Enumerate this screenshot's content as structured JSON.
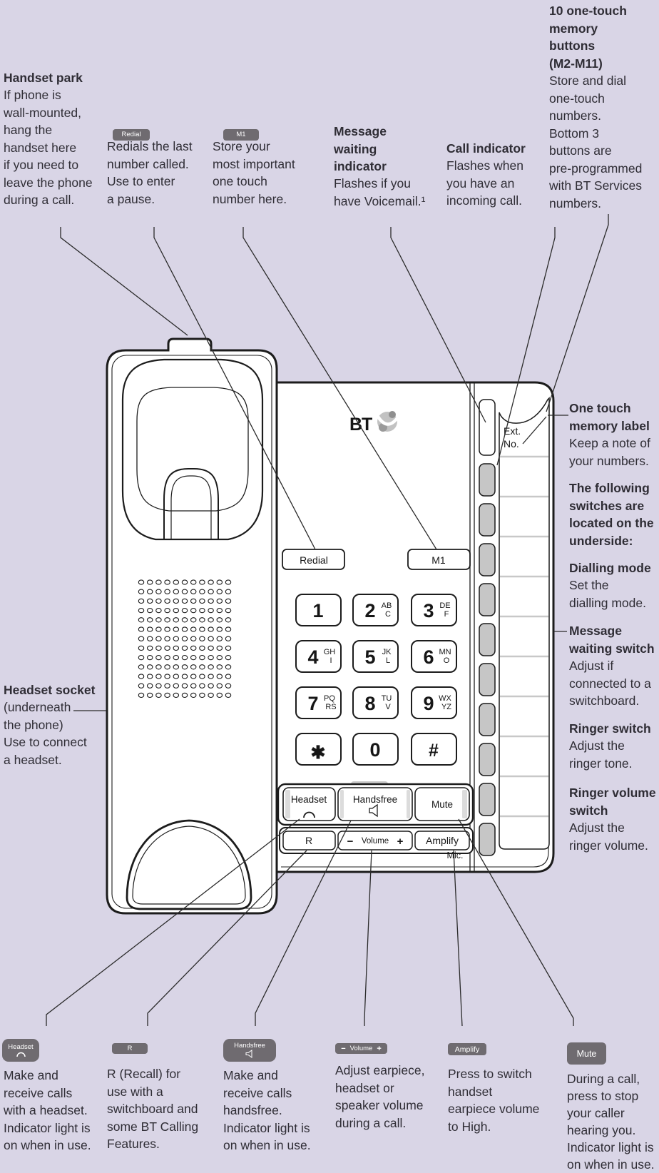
{
  "colors": {
    "background": "#d9d5e6",
    "text": "#2f2d35",
    "badge": "#6f6b70",
    "phone_outline": "#1c1c1c",
    "memory_button_gray": "#c6c6c6"
  },
  "callouts": {
    "handset_park": {
      "title": "Handset park",
      "body": "If phone is\nwall-mounted,\nhang the\nhandset here\nif you need to\nleave the phone\nduring a call."
    },
    "redial": {
      "badge": "Redial",
      "body": "Redials the last\nnumber called.\nUse to enter\na pause."
    },
    "m1": {
      "badge": "M1",
      "body": "Store your\nmost important\none touch\nnumber here."
    },
    "message_waiting_indicator": {
      "title": "Message\nwaiting\nindicator",
      "body": "Flashes if you\nhave Voicemail.¹"
    },
    "call_indicator": {
      "title": "Call indicator",
      "body": "Flashes when\nyou have an\nincoming call."
    },
    "one_touch_memory_buttons": {
      "title": "10 one-touch\nmemory\nbuttons\n(M2-M11)",
      "body": "Store and dial\none-touch\nnumbers.\nBottom 3\nbuttons are\npre-programmed\nwith BT Services\nnumbers."
    },
    "one_touch_memory_label": {
      "title": "One touch\nmemory label",
      "body": "Keep a note of\nyour numbers."
    },
    "underside_switches": {
      "title": "The following\nswitches are\nlocated on the\nunderside:"
    },
    "dialling_mode": {
      "title": "Dialling mode",
      "body": "Set the\ndialling mode."
    },
    "message_waiting_switch": {
      "title": "Message\nwaiting switch",
      "body": "Adjust if\nconnected to a\nswitchboard."
    },
    "ringer_switch": {
      "title": "Ringer switch",
      "body": "Adjust the\nringer tone."
    },
    "ringer_volume_switch": {
      "title": "Ringer volume\nswitch",
      "body": "Adjust the\nringer volume."
    },
    "headset_socket": {
      "title": "Headset socket",
      "body": "(underneath\nthe phone)\nUse to connect\na headset."
    },
    "headset_key": {
      "badge": "Headset",
      "body": "Make and\nreceive calls\nwith a headset.\nIndicator light is\non when in use."
    },
    "recall_key": {
      "badge": "R",
      "body": "R (Recall) for\nuse with a\nswitchboard and\nsome BT Calling\nFeatures."
    },
    "handsfree_key": {
      "badge": "Handsfree",
      "body": "Make and\nreceive calls\nhandsfree.\nIndicator light is\non when in use."
    },
    "volume_key": {
      "badge_minus": "−",
      "badge_label": "Volume",
      "badge_plus": "+",
      "body": "Adjust earpiece,\nheadset or\nspeaker volume\nduring a call."
    },
    "amplify_key": {
      "badge": "Amplify",
      "body": "Press to switch\nhandset\nearpiece volume\nto High."
    },
    "mute_key": {
      "badge": "Mute",
      "body": "During a call,\npress to stop\nyour caller\nhearing you.\nIndicator light is\non when in use."
    }
  },
  "phone": {
    "brand": "BT",
    "ext_label_line1": "Ext.",
    "ext_label_line2": "No.",
    "redial_button": "Redial",
    "m1_button": "M1",
    "keys": [
      {
        "digit": "1",
        "letters_top": "",
        "letters_bottom": ""
      },
      {
        "digit": "2",
        "letters_top": "AB",
        "letters_bottom": "C"
      },
      {
        "digit": "3",
        "letters_top": "DE",
        "letters_bottom": "F"
      },
      {
        "digit": "4",
        "letters_top": "GH",
        "letters_bottom": "I"
      },
      {
        "digit": "5",
        "letters_top": "JK",
        "letters_bottom": "L"
      },
      {
        "digit": "6",
        "letters_top": "MN",
        "letters_bottom": "O"
      },
      {
        "digit": "7",
        "letters_top": "PQ",
        "letters_bottom": "RS"
      },
      {
        "digit": "8",
        "letters_top": "TU",
        "letters_bottom": "V"
      },
      {
        "digit": "9",
        "letters_top": "WX",
        "letters_bottom": "YZ"
      },
      {
        "digit": "✱",
        "letters_top": "",
        "letters_bottom": ""
      },
      {
        "digit": "0",
        "letters_top": "",
        "letters_bottom": ""
      },
      {
        "digit": "#",
        "letters_top": "",
        "letters_bottom": ""
      }
    ],
    "headset_button": "Headset",
    "handsfree_button": "Handsfree",
    "mute_button": "Mute",
    "recall_button": "R",
    "volume_minus": "−",
    "volume_button": "Volume",
    "volume_plus": "+",
    "amplify_button": "Amplify",
    "mic_label": "Mic."
  }
}
